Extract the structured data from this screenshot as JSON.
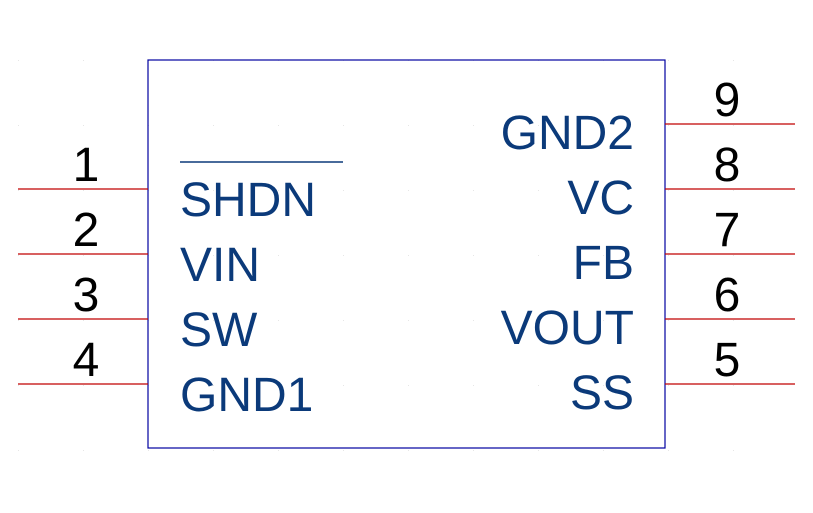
{
  "colors": {
    "body_outline": "#0000a0",
    "pin_line": "#c00000",
    "pin_name": "#0b3a7a",
    "pin_number": "#000000"
  },
  "component": {
    "left_pins": [
      {
        "number": "1",
        "name": "SHDN",
        "overbar": true
      },
      {
        "number": "2",
        "name": "VIN",
        "overbar": false
      },
      {
        "number": "3",
        "name": "SW",
        "overbar": false
      },
      {
        "number": "4",
        "name": "GND1",
        "overbar": false
      }
    ],
    "right_pins": [
      {
        "number": "9",
        "name": "GND2",
        "overbar": false
      },
      {
        "number": "8",
        "name": "VC",
        "overbar": false
      },
      {
        "number": "7",
        "name": "FB",
        "overbar": false
      },
      {
        "number": "6",
        "name": "VOUT",
        "overbar": false
      },
      {
        "number": "5",
        "name": "SS",
        "overbar": false
      }
    ]
  }
}
